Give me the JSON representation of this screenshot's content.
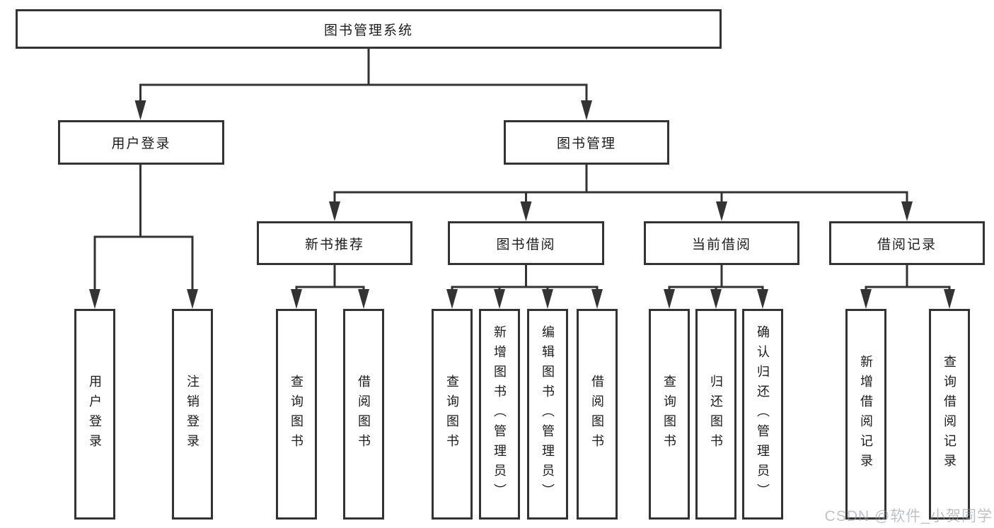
{
  "tree": {
    "root": {
      "label": "图书管理系统",
      "children": [
        {
          "label": "用户登录",
          "children": [
            {
              "label": "用户登录"
            },
            {
              "label": "注销登录"
            }
          ]
        },
        {
          "label": "图书管理",
          "children": [
            {
              "label": "新书推荐",
              "children": [
                {
                  "label": "查询图书"
                },
                {
                  "label": "借阅图书"
                }
              ]
            },
            {
              "label": "图书借阅",
              "children": [
                {
                  "label": "查询图书"
                },
                {
                  "label": "新增图书（管理员）"
                },
                {
                  "label": "编辑图书（管理员）"
                },
                {
                  "label": "借阅图书"
                }
              ]
            },
            {
              "label": "当前借阅",
              "children": [
                {
                  "label": "查询图书"
                },
                {
                  "label": "归还图书"
                },
                {
                  "label": "确认归还（管理员）"
                }
              ]
            },
            {
              "label": "借阅记录",
              "children": [
                {
                  "label": "新增借阅记录"
                },
                {
                  "label": "查询借阅记录"
                }
              ]
            }
          ]
        }
      ]
    }
  },
  "watermark": {
    "text": "CSDN @软件_小贺同学"
  },
  "colors": {
    "background": "#ffffff",
    "line": "#333333",
    "box_border": "#333333",
    "text": "#1c1c1c",
    "watermark_text": "#94989e"
  }
}
